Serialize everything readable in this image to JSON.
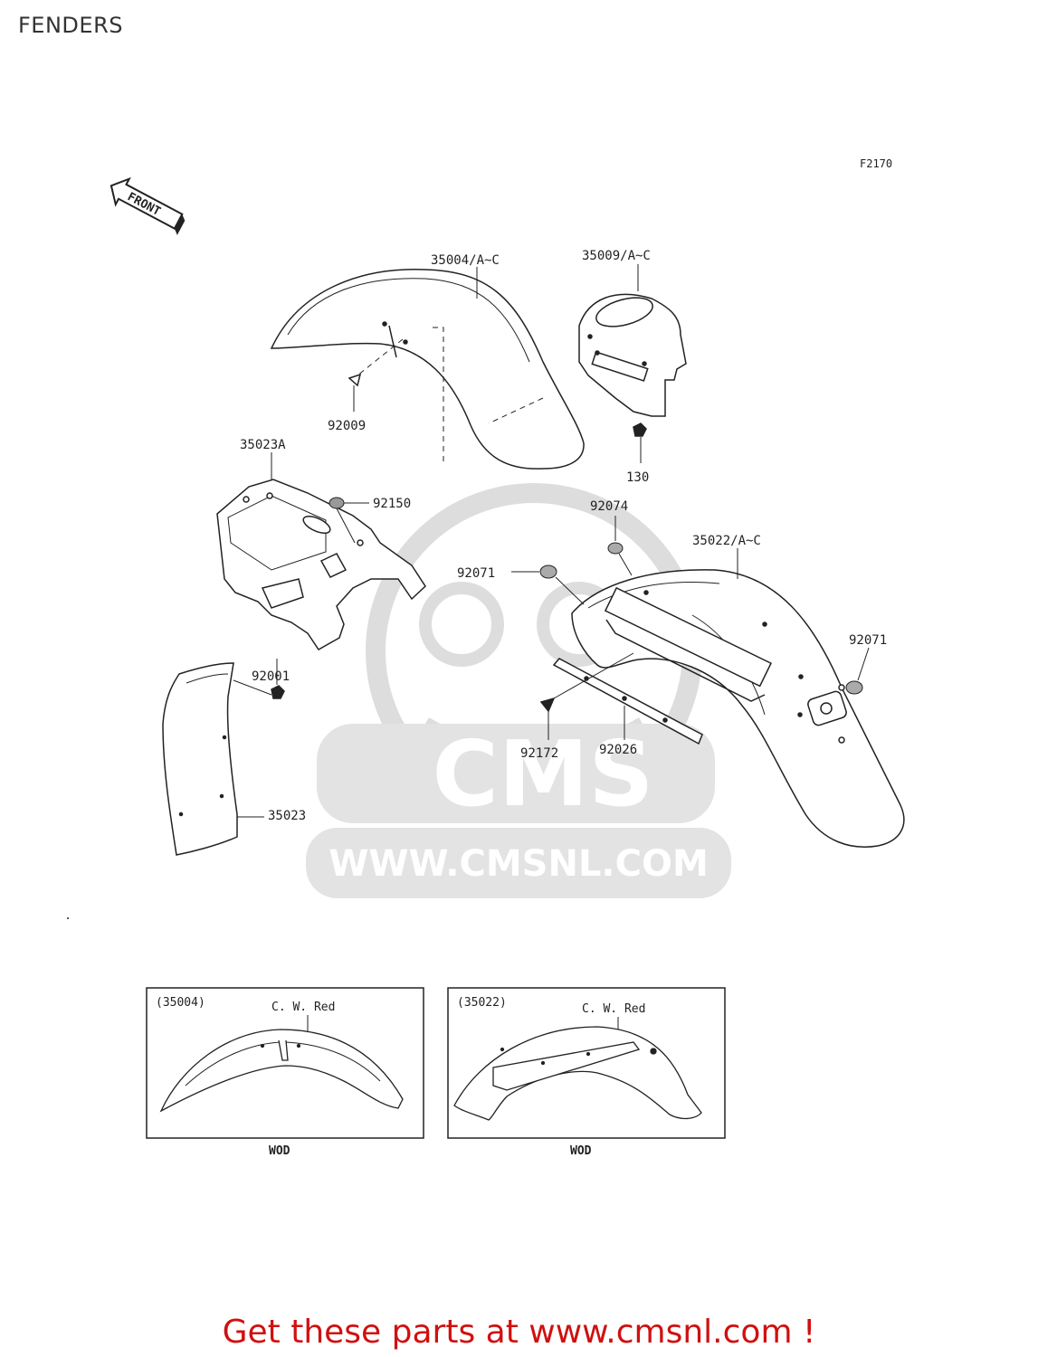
{
  "page": {
    "title": "FENDERS",
    "footer_text": "Get these parts at www.cmsnl.com !"
  },
  "diagram": {
    "figure_code": "F2170",
    "front_label": "FRONT",
    "watermark": {
      "brand": "CMS",
      "url": "WWW.CMSNL.COM"
    },
    "parts": {
      "p35004": "35004/A~C",
      "p35009": "35009/A~C",
      "p92009": "92009",
      "p130": "130",
      "p35023A": "35023A",
      "p92150": "92150",
      "p92074": "92074",
      "p35022": "35022/A~C",
      "p92071a": "92071",
      "p92071b": "92071",
      "p92001": "92001",
      "p92172": "92172",
      "p92026": "92026",
      "p35023": "35023"
    },
    "insets": [
      {
        "ref": "(35004)",
        "color": "C. W. Red",
        "caption": "WOD"
      },
      {
        "ref": "(35022)",
        "color": "C. W. Red",
        "caption": "WOD"
      }
    ]
  },
  "colors": {
    "line": "#222222",
    "watermark": "#d9d9d9",
    "footer": "#d01010"
  }
}
